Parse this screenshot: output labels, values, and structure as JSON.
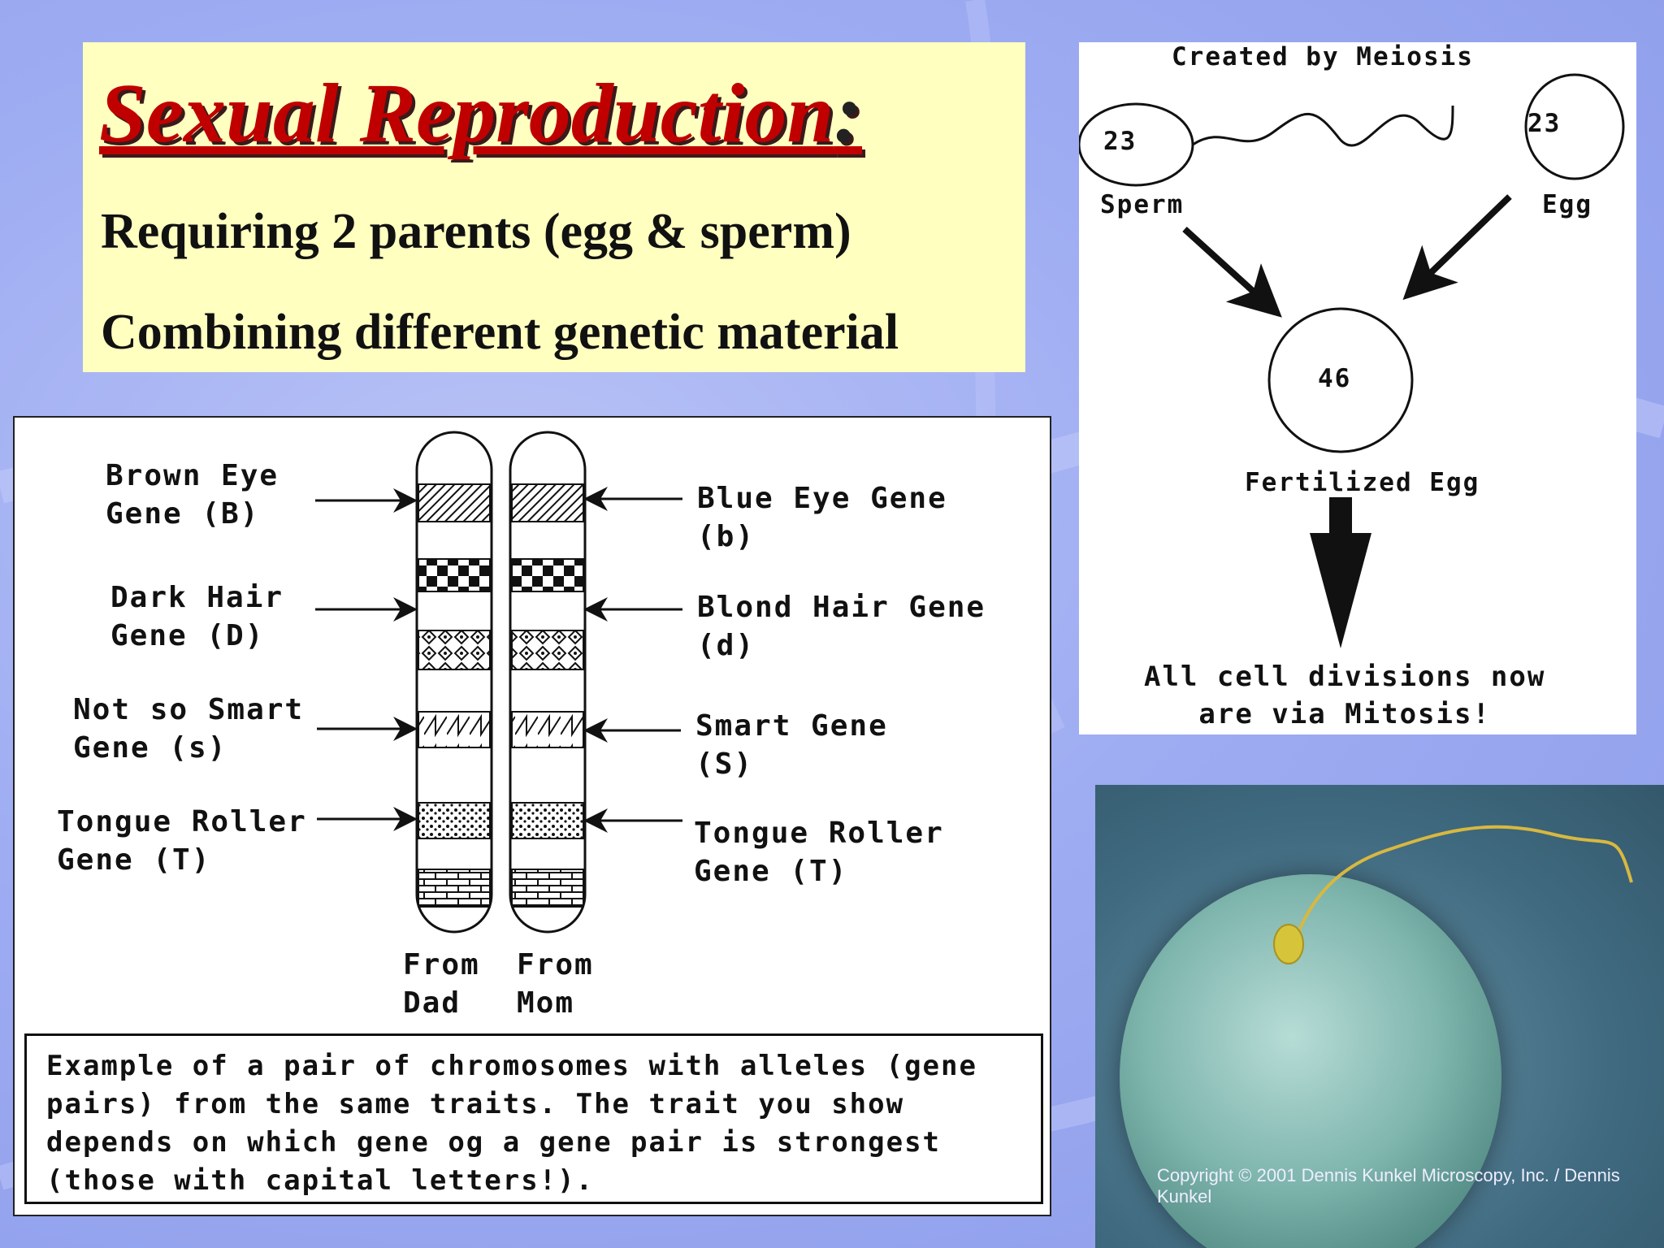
{
  "title": {
    "text": "Sexual Reproduction",
    "colon": ":",
    "bullets": [
      "Requiring 2 parents (egg & sperm)",
      "Combining different genetic material"
    ]
  },
  "chromosomes": {
    "left_genes": [
      "Brown Eye\nGene (B)",
      "Dark Hair\nGene (D)",
      "Not so Smart\nGene (s)",
      "Tongue Roller\nGene (T)"
    ],
    "right_genes": [
      "Blue Eye Gene\n(b)",
      "Blond Hair Gene\n(d)",
      "Smart Gene\n(S)",
      "Tongue Roller\nGene (T)"
    ],
    "dad_label": "From\nDad",
    "mom_label": "From\nMom",
    "caption": "Example of a pair of chromosomes with alleles (gene pairs) from the same traits.  The trait you show depends on which gene og a gene pair is strongest (those with capital letters!)."
  },
  "meiosis": {
    "header": "Created by Meiosis",
    "sperm_number": "23",
    "egg_number": "23",
    "sperm_label": "Sperm",
    "egg_label": "Egg",
    "zygote_number": "46",
    "zygote_label": "Fertilized Egg",
    "footer": "All cell divisions now\nare via Mitosis!"
  },
  "photo": {
    "copyright": "Copyright © 2001 Dennis Kunkel Microscopy, Inc. / Dennis Kunkel"
  }
}
